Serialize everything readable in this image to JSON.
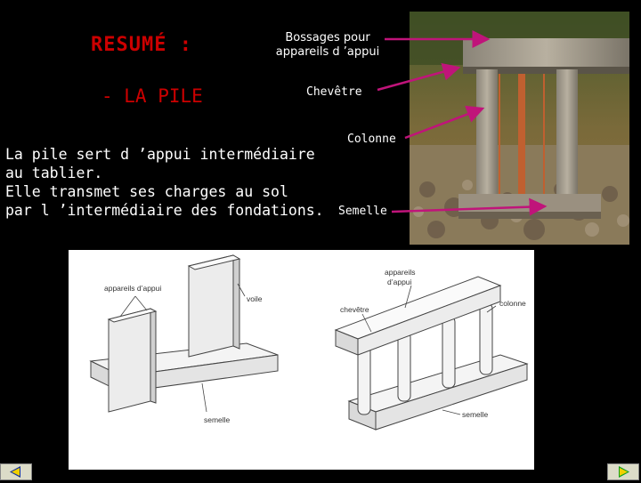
{
  "slide": {
    "title": "RESUMÉ :",
    "subtitle": "- LA PILE",
    "body_lines": [
      "La pile sert d ’appui intermédiaire",
      "au tablier.",
      "Elle transmet ses charges au sol",
      "par l ’intermédiaire des fondations."
    ]
  },
  "photo_labels": {
    "bossages_line1": "Bossages pour",
    "bossages_line2": "appareils d ’appui",
    "chevetre": "Chevêtre",
    "colonne": "Colonne",
    "semelle": "Semelle"
  },
  "diagram_labels": {
    "left_appareils": "appareils d’appui",
    "left_voile": "voile",
    "left_semelle": "semelle",
    "right_appareils_line1": "appareils",
    "right_appareils_line2": "d’appui",
    "right_chevetre": "chevêtre",
    "right_colonne": "colonne",
    "right_semelle": "semelle"
  },
  "colors": {
    "background": "#000000",
    "title_red": "#cc0000",
    "arrow_magenta": "#c0147a",
    "nav_arrow_blue": "#1030a0",
    "nav_arrow_yellow": "#f0d000",
    "nav_arrow_green": "#10a020"
  },
  "icons": [
    "prev-slide-arrow-icon",
    "next-slide-arrow-icon"
  ]
}
